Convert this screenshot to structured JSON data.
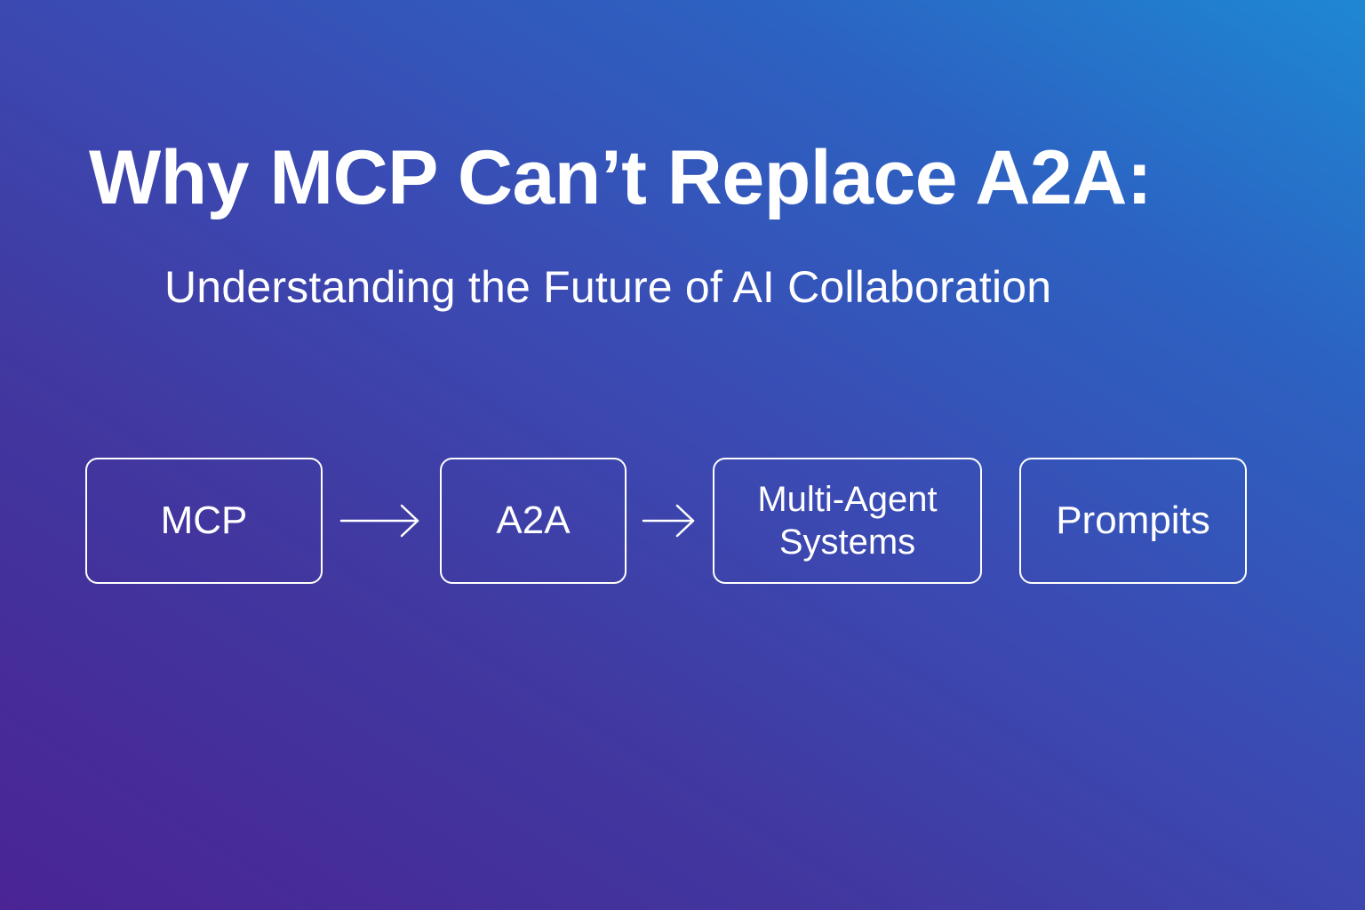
{
  "header": {
    "title": "Why MCP Can’t Replace A2A:",
    "subtitle": "Understanding the Future of AI Collaboration"
  },
  "diagram": {
    "nodes": [
      {
        "id": "mcp",
        "label": "MCP"
      },
      {
        "id": "a2a",
        "label": "A2A"
      },
      {
        "id": "multi-agent-systems",
        "label_line1": "Multi-Agent",
        "label_line2": "Systems"
      },
      {
        "id": "prompits",
        "label": "Prompits"
      }
    ],
    "edges": [
      {
        "from": "mcp",
        "to": "a2a",
        "icon": "arrow-right-icon"
      },
      {
        "from": "a2a",
        "to": "multi-agent-systems",
        "icon": "arrow-right-icon"
      }
    ]
  },
  "colors": {
    "gradient_bottom_left": "#4a2494",
    "gradient_top_right": "#1e88d4",
    "text": "#ffffff",
    "box_border": "#ffffff"
  }
}
